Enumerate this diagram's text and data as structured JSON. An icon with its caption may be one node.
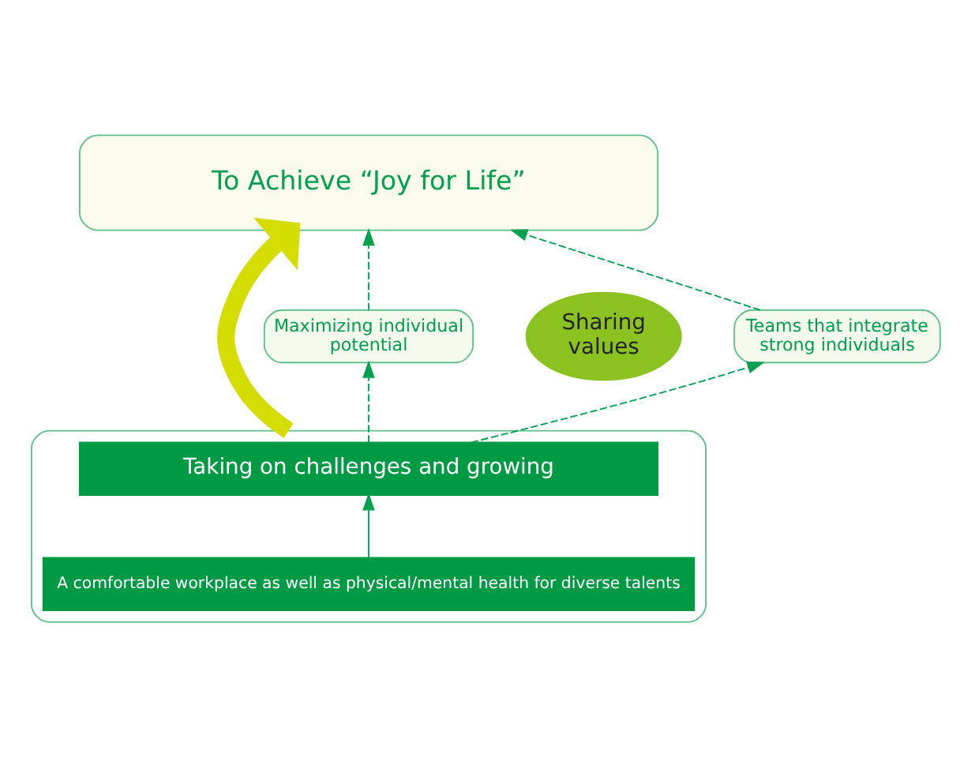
{
  "diagram": {
    "nodes": [
      {
        "text": [
          "To Achieve “Joy for Life”"
        ]
      },
      {
        "text": [
          "Maximizing individual potential"
        ]
      },
      {
        "text": [
          "Sharing values"
        ]
      },
      {
        "text": [
          "Teams that integrate strong individuals"
        ]
      },
      {
        "text": [],
        "shape": "box"
      },
      {
        "text": [
          "Taking on challenges and growing"
        ],
        "in": 4
      },
      {
        "text": [
          "A comfortable workplace as well as physical/mental health for diverse talents"
        ],
        "in": 4
      }
    ],
    "edges": [
      {
        "from": 1,
        "to": 0,
        "arrow": "to",
        "style": "dashed"
      },
      {
        "from": 3,
        "to": 0,
        "arrow": "to",
        "style": "dashed"
      },
      {
        "from": 5,
        "to": 1,
        "arrow": "to",
        "style": "dashed"
      },
      {
        "from": 5,
        "to": 3,
        "arrow": "to",
        "style": "dashed"
      },
      {
        "from": 4,
        "to": 0,
        "arrow": "to",
        "style": "thick",
        "color": "#d4dc00"
      },
      {
        "from": 6,
        "to": 5,
        "arrow": "to"
      }
    ]
  }
}
